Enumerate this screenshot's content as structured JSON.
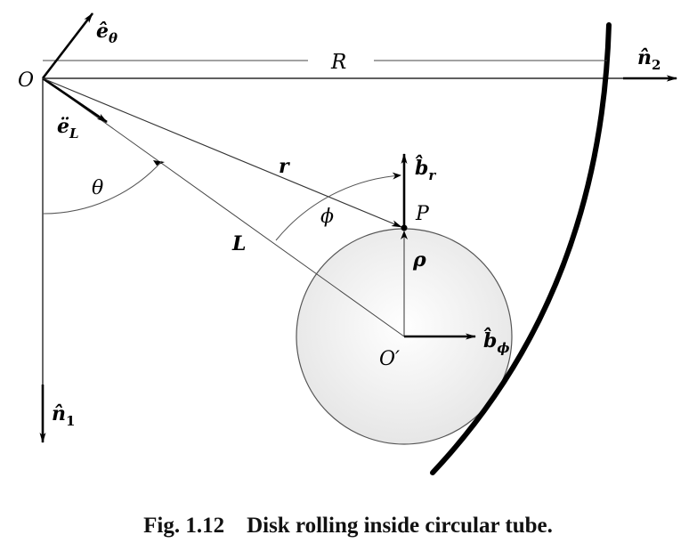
{
  "labels": {
    "origin": "O",
    "e_theta_base": "ê",
    "e_theta_sub": "θ",
    "R": "R",
    "n2_base": "n̂",
    "n2_sub": "2",
    "e_L_base": "ë",
    "e_L_sub": "L",
    "theta": "θ",
    "r": "r",
    "b_r_base": "b̂",
    "b_r_sub": "r",
    "P": "P",
    "phi": "ϕ",
    "L": "L",
    "rho": "ρ",
    "O_prime": "O′",
    "b_phi_base": "b̂",
    "b_phi_sub": "ϕ",
    "n1_base": "n̂",
    "n1_sub": "1"
  },
  "caption": {
    "text": "Fig. 1.12    Disk rolling inside circular tube."
  }
}
